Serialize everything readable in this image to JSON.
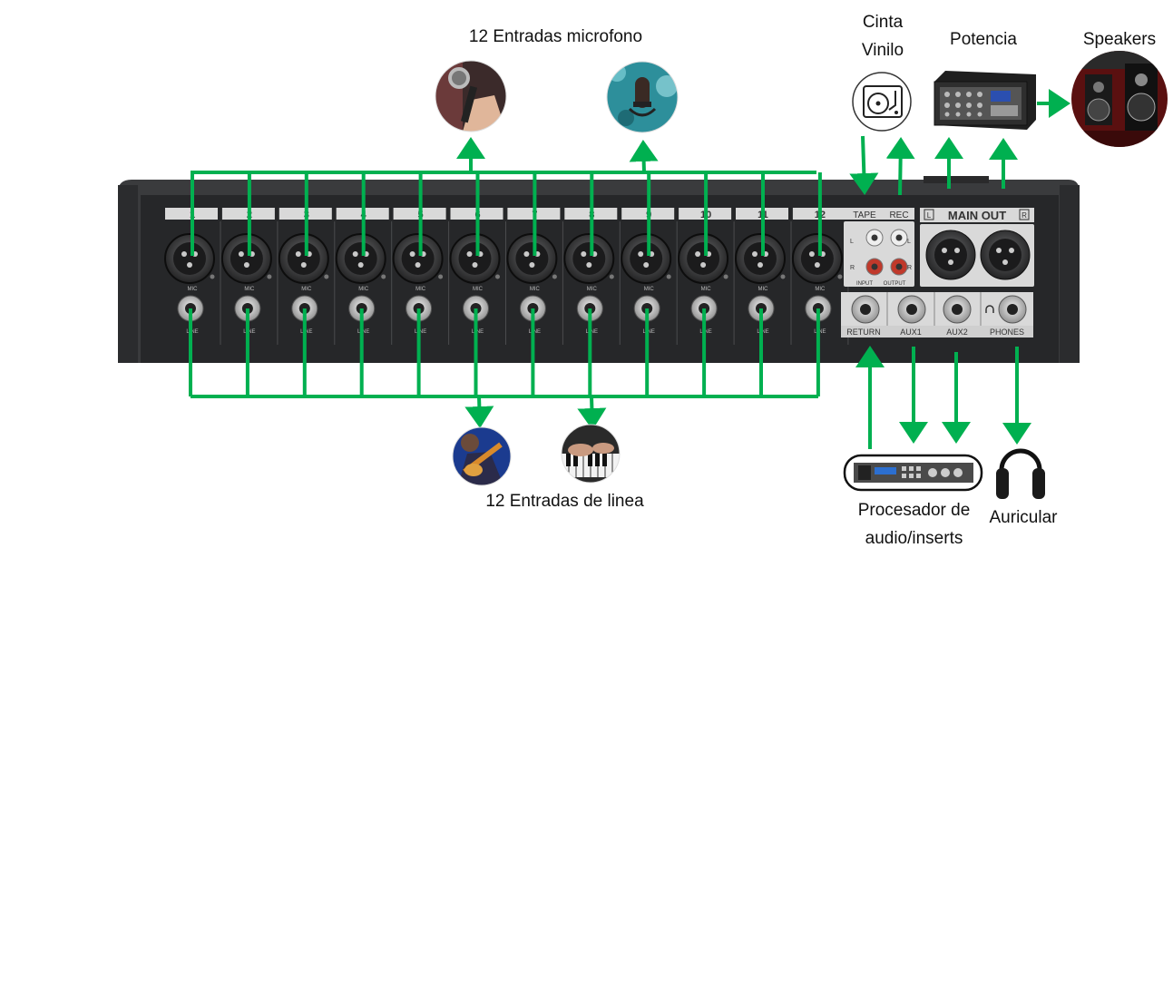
{
  "labels": {
    "mic_inputs": "12 Entradas microfono",
    "line_inputs": "12 Entradas de linea",
    "cinta": "Cinta",
    "vinilo": "Vinilo",
    "potencia": "Potencia",
    "speakers": "Speakers",
    "procesador_line1": "Procesador de",
    "procesador_line2": "audio/inserts",
    "auricular": "Auricular"
  },
  "mixer": {
    "channels": [
      "1",
      "2",
      "3",
      "4",
      "5",
      "6",
      "7",
      "8",
      "9",
      "10",
      "11",
      "12"
    ],
    "mic_label": "MIC",
    "line_label": "LINE",
    "tape_label": "TAPE",
    "rec_label": "REC",
    "input_label": "INPUT",
    "output_label": "OUTPUT",
    "main_out_label": "MAIN OUT",
    "l_label": "L",
    "r_label": "R",
    "return_label": "RETURN",
    "aux1_label": "AUX1",
    "aux2_label": "AUX2",
    "phones_label": "PHONES"
  },
  "colors": {
    "signal_line": "#00b050",
    "mixer_body": "#3a3b3d",
    "mixer_panel": "#262729",
    "section_plate": "#d9d9d9"
  },
  "icons": [
    "microphone-photo-icon",
    "studio-microphone-photo-icon",
    "guitarist-photo-icon",
    "keyboard-photo-icon",
    "turntable-icon",
    "power-amplifier-icon",
    "speakers-photo-icon",
    "audio-processor-icon",
    "headphones-icon"
  ]
}
